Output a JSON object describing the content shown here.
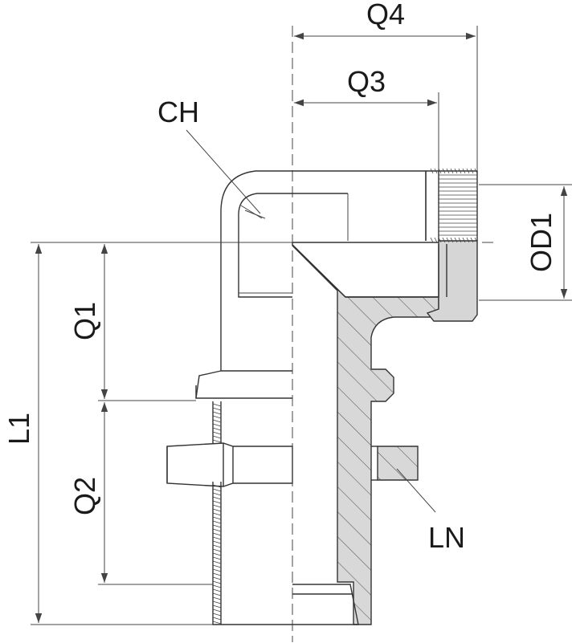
{
  "labels": {
    "q4": "Q4",
    "q3": "Q3",
    "ch": "CH",
    "od1": "OD1",
    "q1": "Q1",
    "l1": "L1",
    "q2": "Q2",
    "ln": "LN"
  },
  "colors": {
    "line": "#333333",
    "section_fill": "#d6d6d6",
    "text": "#1a1a1a"
  }
}
